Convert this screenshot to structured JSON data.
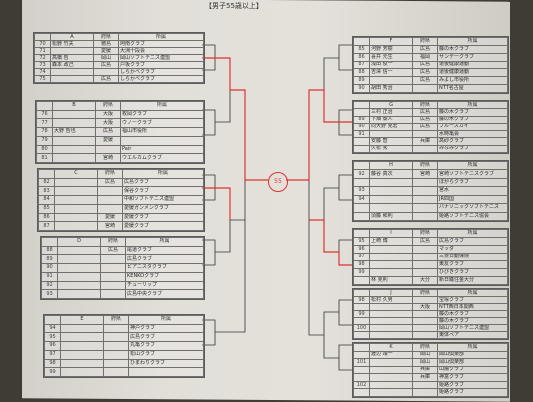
{
  "title": "【男子55歳以上】",
  "center_mark": "55",
  "left_blocks": [
    {
      "header": [
        "A",
        "府県",
        "所属"
      ],
      "rows": [
        [
          "70",
          "松野 竹夫",
          "徳島",
          "阿南クラブ"
        ],
        [
          "71",
          "",
          "愛媛",
          "大洲十段会"
        ],
        [
          "72",
          "高橋 哲",
          "岡山",
          "岡山ソフトテニス連盟"
        ],
        [
          "73",
          "森本 政己",
          "広島",
          "戸坂クラブ"
        ],
        [
          "74",
          "",
          "",
          "しらかべクラブ"
        ],
        [
          "75",
          "",
          "広島",
          "しらかべクラブ"
        ]
      ]
    },
    {
      "header": [
        "B",
        "府県",
        "所属"
      ],
      "rows": [
        [
          "76",
          "",
          "大阪",
          "枚岡クラブ"
        ],
        [
          "77",
          "",
          "大阪",
          "ウノークラブ"
        ],
        [
          "78",
          "大野 哲也",
          "広島",
          "福山市役所"
        ],
        [
          "79",
          "",
          "愛媛",
          ""
        ],
        [
          "80",
          "",
          "",
          "Pair"
        ],
        [
          "81",
          "",
          "宮崎",
          "ウエルカムクラブ"
        ]
      ]
    },
    {
      "header": [
        "C",
        "府県",
        "所属"
      ],
      "rows": [
        [
          "82",
          "",
          "広島",
          "広島クラブ"
        ],
        [
          "83",
          "",
          "",
          "保谷クラブ"
        ],
        [
          "84",
          "",
          "",
          "中和ソフトテニス連盟"
        ],
        [
          "85",
          "",
          "",
          "愛媛ガンメンクラブ"
        ],
        [
          "86",
          "",
          "愛媛",
          "愛媛クラブ"
        ],
        [
          "87",
          "",
          "宮崎",
          "愛媛クラブ"
        ]
      ]
    },
    {
      "header": [
        "D",
        "府県",
        "所属"
      ],
      "rows": [
        [
          "88",
          "",
          "広島",
          "尾道クラブ"
        ],
        [
          "89",
          "",
          "",
          "広島クラブ"
        ],
        [
          "90",
          "",
          "",
          "ピアニスタクラブ"
        ],
        [
          "91",
          "",
          "",
          "KENKOクラブ"
        ],
        [
          "92",
          "",
          "",
          "チューリップ"
        ],
        [
          "93",
          "",
          "",
          "広島中央クラブ"
        ]
      ]
    },
    {
      "header": [
        "E",
        "府県",
        "所属"
      ],
      "rows": [
        [
          "94",
          "",
          "",
          "神戸クラブ"
        ],
        [
          "95",
          "",
          "",
          "広島クラブ"
        ],
        [
          "96",
          "",
          "",
          "丸亀クラブ"
        ],
        [
          "97",
          "",
          "",
          "松山クラブ"
        ],
        [
          "98",
          "",
          "",
          "ひまわりクラブ"
        ],
        [
          "99",
          "",
          "",
          ""
        ]
      ]
    }
  ],
  "right_blocks": [
    {
      "header": [
        "F",
        "府県",
        "所属"
      ],
      "rows": [
        [
          "85",
          "河野 芳樹",
          "広島",
          "藤の木クラブ"
        ],
        [
          "86",
          "喜井 元生",
          "福岡",
          "サンデークラブ"
        ],
        [
          "87",
          "浅田 俊一",
          "広島",
          "道後健康運動"
        ],
        [
          "88",
          "吉澤 信一",
          "広島",
          "道後健康運動"
        ],
        [
          "89",
          "",
          "広島",
          "みよし市役所"
        ],
        [
          "90",
          "胡田 秀治",
          "",
          "NTT名古屋"
        ]
      ]
    },
    {
      "header": [
        "G",
        "府県",
        "所属"
      ],
      "rows": [
        [
          "",
          "三村 正治",
          "広島",
          "藤の木クラブ"
        ],
        [
          "89",
          "下畑 泰人",
          "広島",
          "藤の木クラブ"
        ],
        [
          "90",
          "向大野 克宏",
          "広島",
          "ブルースカイ"
        ],
        [
          "91",
          "",
          "",
          "水時亀会"
        ],
        [
          "",
          "安藤 智",
          "兵庫",
          "高砂クラブ"
        ],
        [
          "",
          "久松 秀",
          "",
          "みなみクラブ"
        ]
      ]
    },
    {
      "header": [
        "H",
        "府県",
        "所属"
      ],
      "rows": [
        [
          "92",
          "藤谷 真次",
          "宮崎",
          "宮崎ソフトテニスクラブ"
        ],
        [
          "",
          "",
          "",
          "ほがらクラブ"
        ],
        [
          "93",
          "",
          "",
          "宮水"
        ],
        [
          "94",
          "",
          "",
          "JR四国"
        ],
        [
          "",
          "",
          "",
          "パナソニックソフトテニス"
        ],
        [
          "",
          "須藤 和則",
          "",
          "姫路ソフトテニス協会"
        ]
      ]
    },
    {
      "header": [
        "I",
        "府県",
        "所属"
      ],
      "rows": [
        [
          "95",
          "上崎 博",
          "広島",
          "広島クラブ"
        ],
        [
          "96",
          "",
          "",
          "マッダ"
        ],
        [
          "97",
          "",
          "",
          "三菱日動保険"
        ],
        [
          "98",
          "",
          "",
          "東友クラブ"
        ],
        [
          "99",
          "",
          "",
          "ひびきクラブ"
        ],
        [
          "",
          "林 克則",
          "大分",
          "新日鐵住金大分"
        ]
      ]
    },
    {
      "header": [
        "J",
        "府県",
        "所属"
      ],
      "rows": [
        [
          "98",
          "松村 久男",
          "",
          "宝塚クラブ"
        ],
        [
          "",
          "",
          "大阪",
          "NTT西日本関西"
        ],
        [
          "99",
          "",
          "",
          "藤の木クラブ"
        ],
        [
          "",
          "",
          "",
          "藤の木クラブ"
        ],
        [
          "100",
          "",
          "",
          "岡山ソフトテニス連盟"
        ],
        [
          "",
          "",
          "",
          "東体ペア"
        ]
      ]
    },
    {
      "header": [
        "K",
        "府県",
        "所属"
      ],
      "rows": [
        [
          "",
          "渡辺 靖一",
          "岡山",
          "岡山倶楽部"
        ],
        [
          "101",
          "",
          "岡山",
          "岡山倶楽部"
        ],
        [
          "",
          "",
          "兵庫",
          "山陽クラブ"
        ],
        [
          "",
          "",
          "兵庫",
          "神富クラブ"
        ],
        [
          "102",
          "",
          "",
          "姫路クラブ"
        ],
        [
          "",
          "",
          "",
          "姫路クラブ"
        ]
      ]
    }
  ]
}
